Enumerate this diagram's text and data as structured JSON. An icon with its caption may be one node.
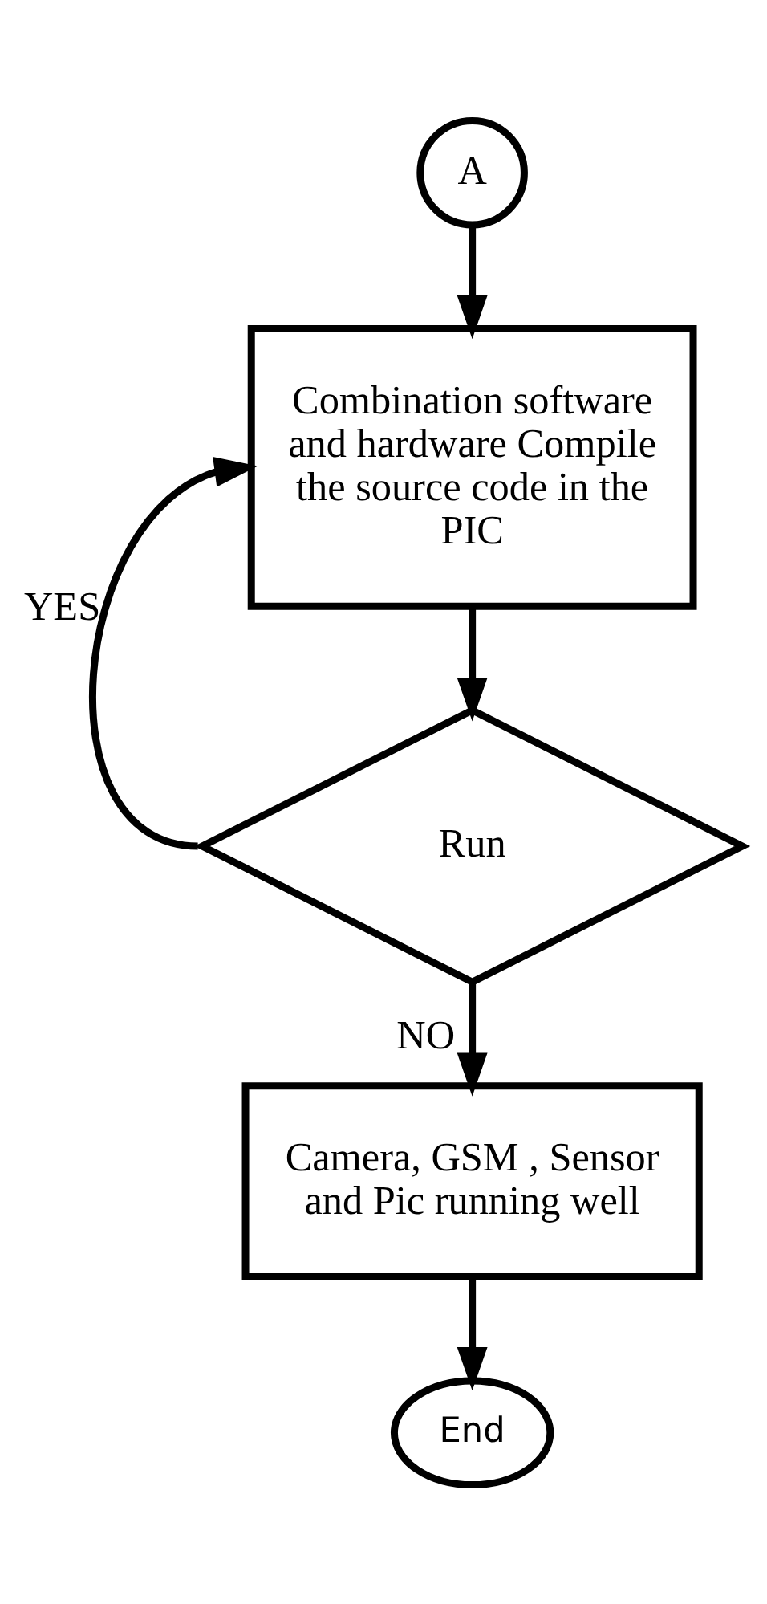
{
  "diagram": {
    "nodes": [
      {
        "text": [
          "A"
        ]
      },
      {
        "text": [
          "Combination software and hardware Compile the source code in the PIC"
        ]
      },
      {
        "text": [
          "Run"
        ]
      },
      {
        "text": [
          "Camera, GSM , Sensor and Pic running well"
        ]
      },
      {
        "text": [
          "End"
        ]
      }
    ],
    "edges": [
      {
        "from": 0,
        "to": 1,
        "arrow": "to"
      },
      {
        "from": 1,
        "to": 2,
        "arrow": "to"
      },
      {
        "from": 2,
        "to": 1,
        "arrow": "to",
        "label": "YES"
      },
      {
        "from": 2,
        "to": 3,
        "arrow": "to",
        "label": "NO"
      },
      {
        "from": 3,
        "to": 4,
        "arrow": "to"
      }
    ]
  }
}
